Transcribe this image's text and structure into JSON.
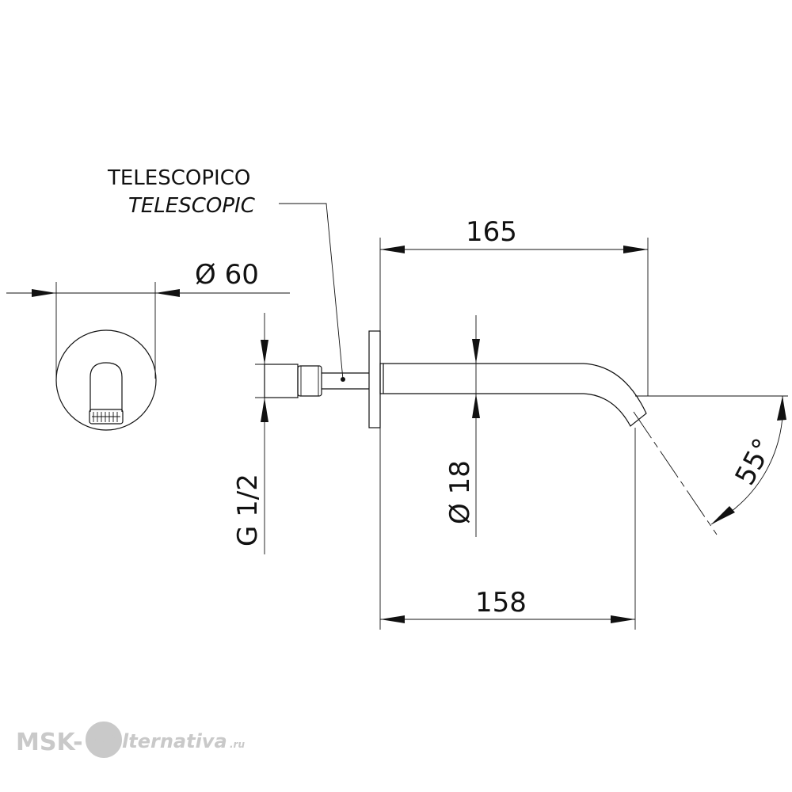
{
  "labels": {
    "telescopic_it": "TELESCOPICO",
    "telescopic_en": "TELESCOPIC"
  },
  "dimensions": {
    "flange_diameter": "Ø 60",
    "overall_length": "165",
    "spout_length": "158",
    "spout_diameter": "Ø 18",
    "thread": "G 1/2",
    "outlet_angle": "55°"
  },
  "watermark": {
    "prefix": "MSK-",
    "mark": "@",
    "suffix": "lternativa",
    "tld": ".ru"
  },
  "colors": {
    "line": "#111111",
    "background": "#ffffff",
    "watermark": "#c9c9c9"
  }
}
